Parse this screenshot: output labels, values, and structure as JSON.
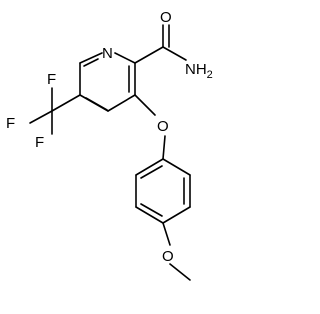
{
  "structure": {
    "atom_labels": {
      "ring_nitrogen": "N",
      "carbonyl_oxygen": "O",
      "amide_nitrogen": "NH",
      "amide_subscript": "2",
      "ether_oxygen": "O",
      "methoxy_oxygen": "O",
      "fluorine_top": "F",
      "fluorine_left": "F",
      "fluorine_bottom": "F"
    },
    "colors": {
      "bond": "#000000",
      "label": "#000000",
      "background": "#ffffff"
    }
  }
}
